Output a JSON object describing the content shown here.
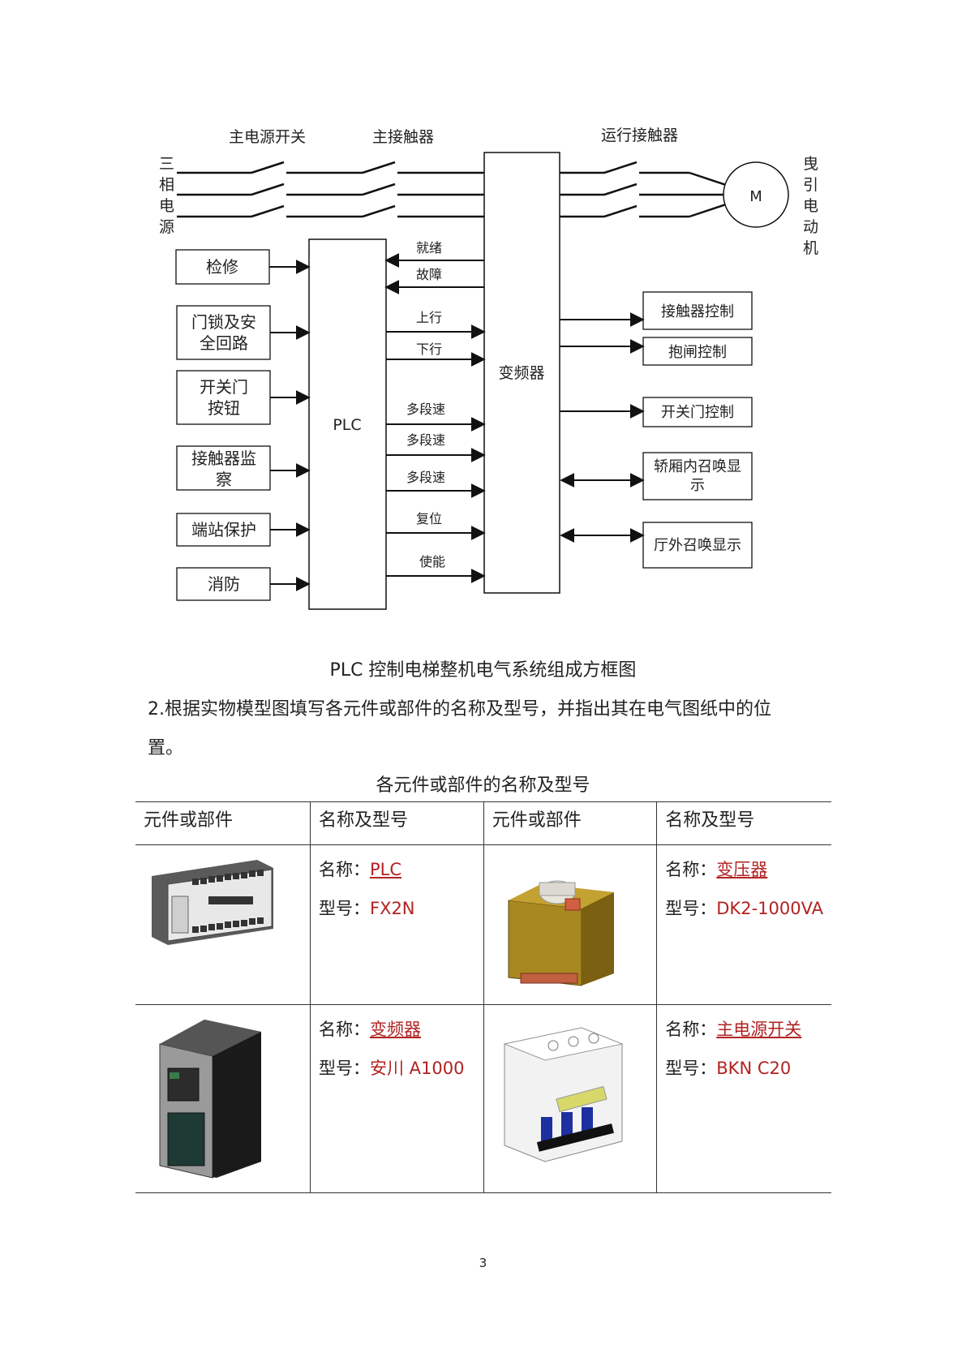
{
  "diagram": {
    "top_labels": {
      "main_switch": "主电源开关",
      "main_contactor": "主接触器",
      "run_contactor": "运行接触器"
    },
    "three_phase": [
      "三",
      "相",
      "电",
      "源"
    ],
    "motor_label": [
      "曳",
      "引",
      "电",
      "动",
      "机"
    ],
    "motor_symbol": "M",
    "plc_label": "PLC",
    "vfd_label": "变频器",
    "left_inputs": [
      {
        "lines": [
          "检修"
        ]
      },
      {
        "lines": [
          "门锁及安",
          "全回路"
        ]
      },
      {
        "lines": [
          "开关门",
          "按钮"
        ]
      },
      {
        "lines": [
          "接触器监",
          "察"
        ]
      },
      {
        "lines": [
          "端站保护"
        ]
      },
      {
        "lines": [
          "消防"
        ]
      }
    ],
    "vfd_to_plc": [
      "就绪",
      "故障"
    ],
    "plc_to_vfd": [
      "上行",
      "下行",
      "多段速",
      "多段速",
      "多段速",
      "复位",
      "使能"
    ],
    "right_outputs": [
      {
        "lines": [
          "接触器控制"
        ],
        "bidir": false
      },
      {
        "lines": [
          "抱闸控制"
        ],
        "bidir": false
      },
      {
        "lines": [
          "开关门控制"
        ],
        "bidir": false
      },
      {
        "lines": [
          "轿厢内召唤显",
          "示"
        ],
        "bidir": true
      },
      {
        "lines": [
          "厅外召唤显示"
        ],
        "bidir": true
      }
    ]
  },
  "figure_caption": "PLC 控制电梯整机电气系统组成方框图",
  "question_line1": "2.根据实物模型图填写各元件或部件的名称及型号，并指出其在电气图纸中的位",
  "question_line2": "置。",
  "table_title": "各元件或部件的名称及型号",
  "table": {
    "headers": [
      "元件或部件",
      "名称及型号",
      "元件或部件",
      "名称及型号"
    ],
    "name_prefix": "名称：",
    "model_prefix": "型号：",
    "rows": [
      [
        {
          "image": "plc-image",
          "name": "PLC",
          "model": "FX2N"
        },
        {
          "image": "transformer-image",
          "name": "变压器",
          "model": "DK2-1000VA"
        }
      ],
      [
        {
          "image": "inverter-image",
          "name": "变频器",
          "model": "安川 A1000"
        },
        {
          "image": "circuit-breaker-image",
          "name": "主电源开关",
          "model": "BKN C20"
        }
      ]
    ]
  },
  "page_number": "3"
}
